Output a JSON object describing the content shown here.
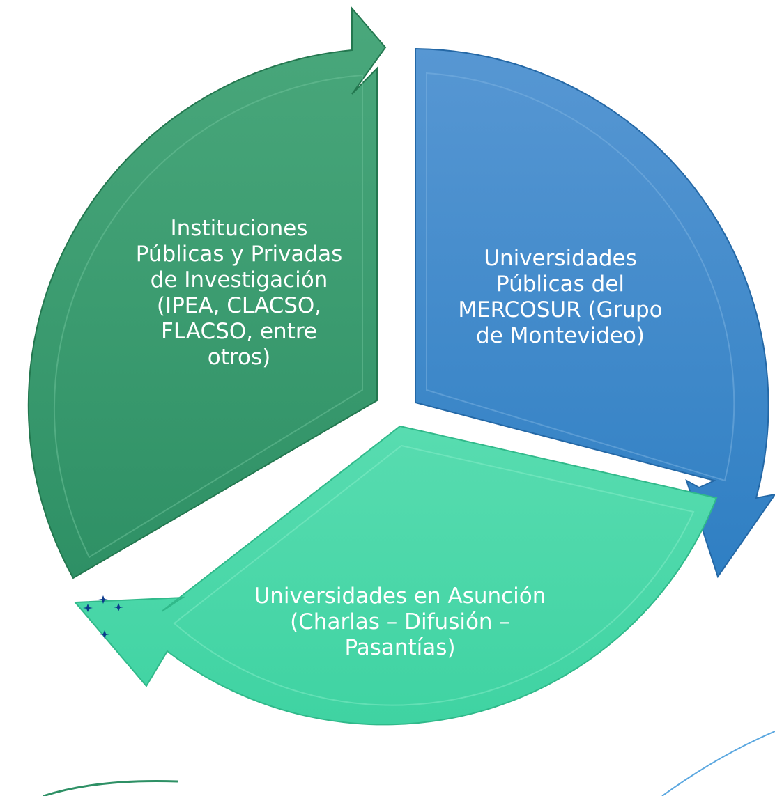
{
  "segments": [
    {
      "id": "research-institutions",
      "lines": [
        "Instituciones",
        "Públicas y Privadas",
        "de Investigación",
        "(IPEA, CLACSO,",
        "FLACSO, entre",
        "otros)"
      ],
      "color": "#2e9065",
      "color_light": "#4aa87c"
    },
    {
      "id": "mercosur-universities",
      "lines": [
        "Universidades",
        "Públicas del",
        "MERCOSUR (Grupo",
        "de Montevideo)"
      ],
      "color": "#2f7fc3",
      "color_light": "#5797d3"
    },
    {
      "id": "asuncion-universities",
      "lines": [
        "Universidades en Asunción",
        "(Charlas – Difusión –",
        "Pasantías)"
      ],
      "color": "#40d6a4",
      "color_light": "#5ee0b4"
    }
  ],
  "logo": {
    "star_color": "#0b3a8c",
    "arc_color": "#2e9065"
  },
  "corner_line_color": "#5aa7e0"
}
